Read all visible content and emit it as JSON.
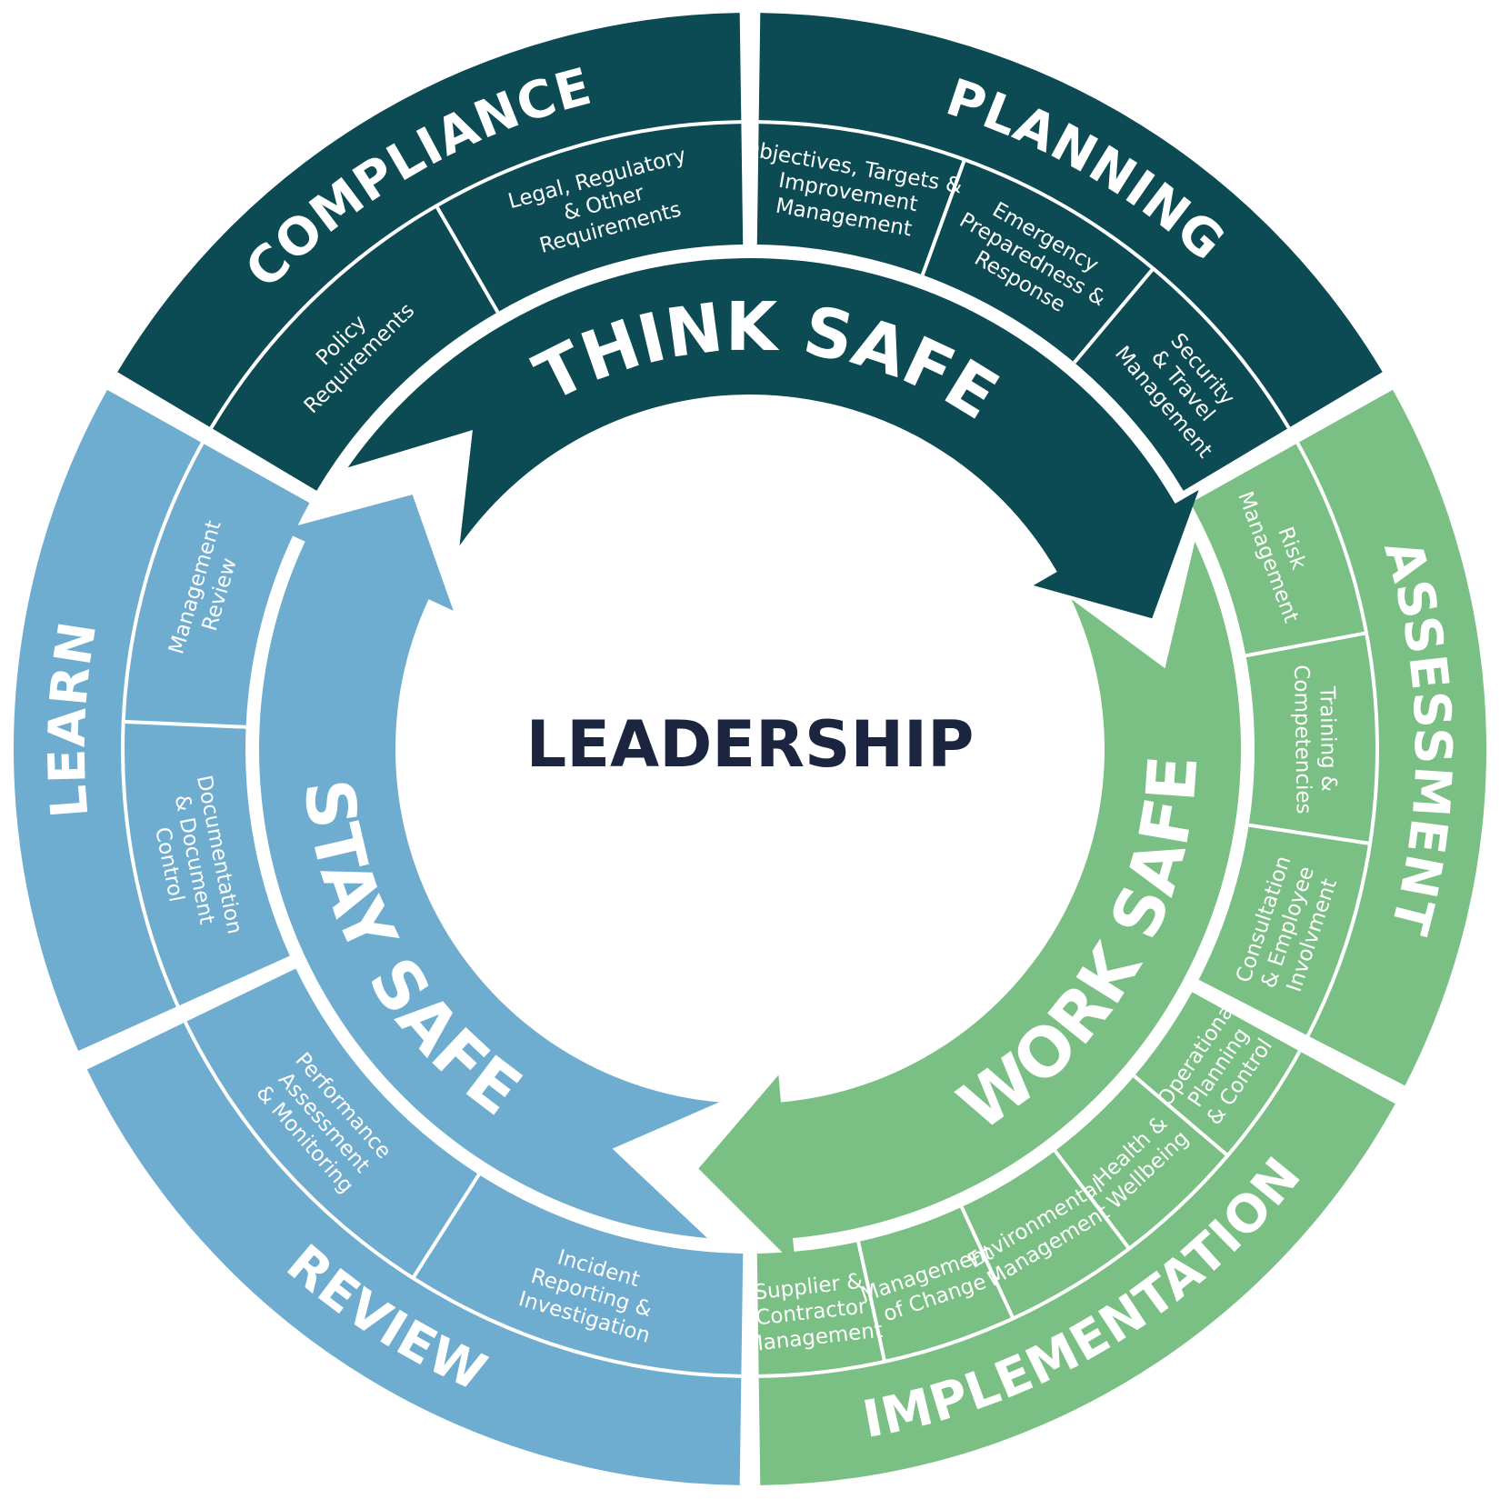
{
  "colors": {
    "dark": "#0c4a54",
    "blue": "#6eacd0",
    "green": "#7abf84",
    "gap": "#ffffff",
    "center_text": "#1b2540"
  },
  "center": {
    "label": "LEADERSHIP"
  },
  "arrows": [
    {
      "label": "THINK SAFE",
      "color": "dark"
    },
    {
      "label": "WORK SAFE",
      "color": "green"
    },
    {
      "label": "STAY SAFE",
      "color": "blue"
    }
  ],
  "groups": [
    {
      "label": "PLANNING",
      "color": "dark",
      "items": [
        [
          "Objectives, Targets &",
          "Improvement",
          "Management"
        ],
        [
          "Emergency",
          "Preparedness &",
          "Response"
        ],
        [
          "Security",
          "& Travel",
          "Management"
        ]
      ]
    },
    {
      "label": "ASSESSMENT",
      "color": "green",
      "items": [
        [
          "Risk",
          "Management"
        ],
        [
          "Training &",
          "Competencies"
        ],
        [
          "Consultation",
          "& Employee",
          "Involvment"
        ]
      ]
    },
    {
      "label": "IMPLEMENTATION",
      "color": "green",
      "items": [
        [
          "Operational",
          "Planning",
          "& Control"
        ],
        [
          "Health &",
          "Wellbeing"
        ],
        [
          "Environmental",
          "Management"
        ],
        [
          "Management",
          "of Change"
        ],
        [
          "Supplier &",
          "Contractor",
          "Management"
        ]
      ]
    },
    {
      "label": "REVIEW",
      "color": "blue",
      "items": [
        [
          "Incident",
          "Reporting &",
          "Investigation"
        ],
        [
          "Performance",
          "Assessment",
          "& Monitoring"
        ]
      ]
    },
    {
      "label": "LEARN",
      "color": "blue",
      "items": [
        [
          "Documentation",
          "& Document",
          "Control"
        ],
        [
          "Management",
          "Review"
        ]
      ]
    },
    {
      "label": "COMPLIANCE",
      "color": "dark",
      "items": [
        [
          "Policy",
          "Requirements"
        ],
        [
          "Legal, Regulatory",
          "& Other",
          "Requirements"
        ]
      ]
    }
  ]
}
